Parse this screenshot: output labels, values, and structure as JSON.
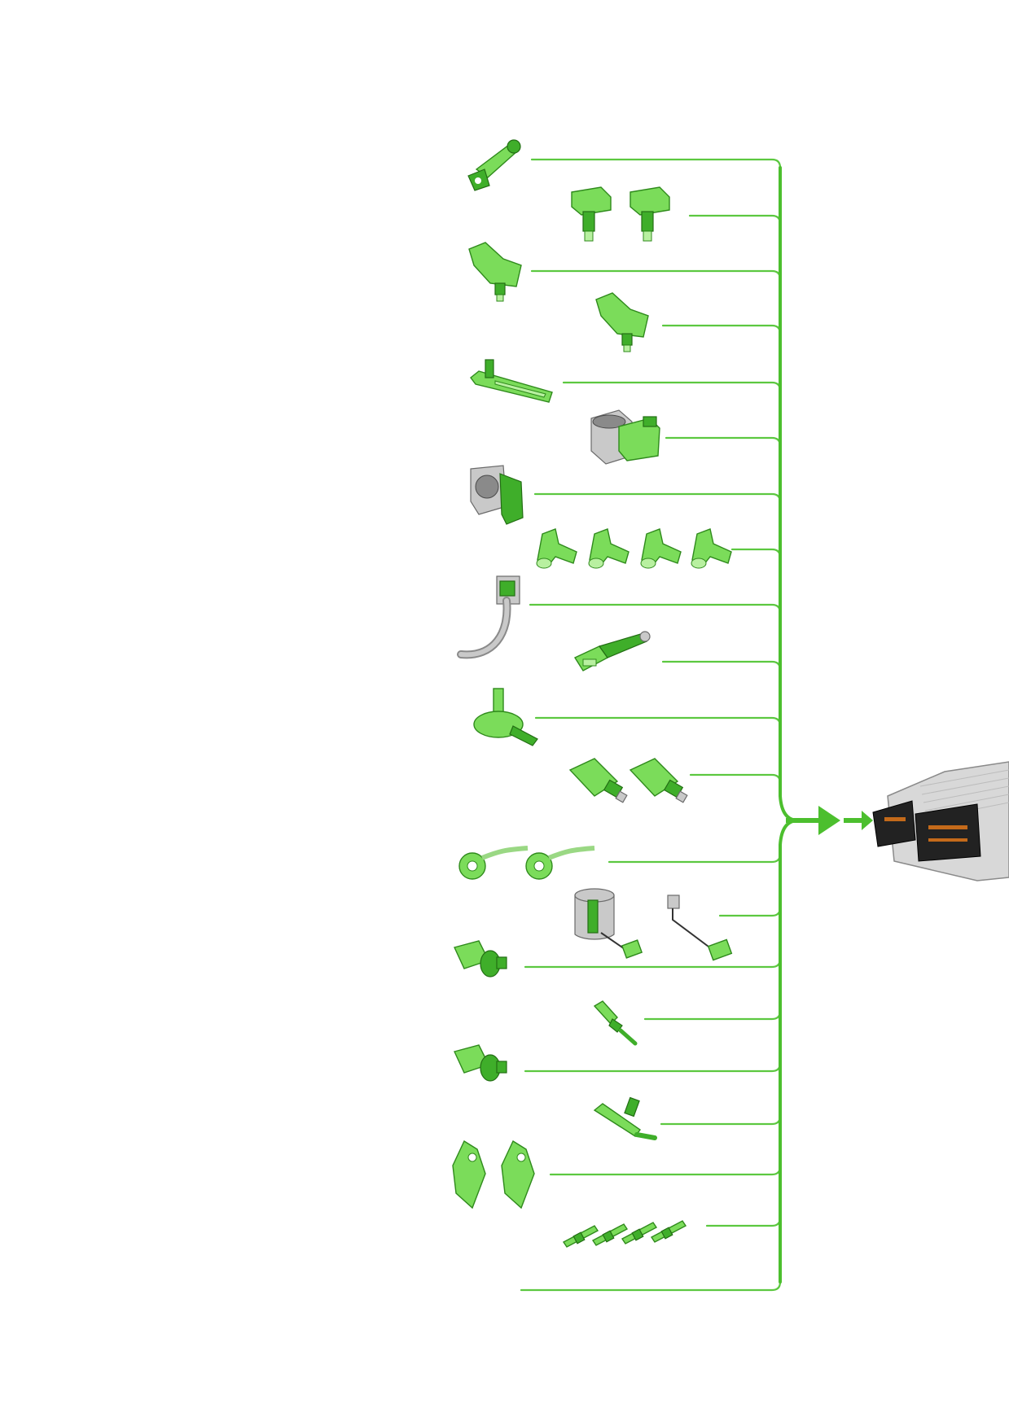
{
  "colors": {
    "wire": "#5cc840",
    "trunk": "#4cbf2e",
    "sensor": "#7bdc5a",
    "sensor_dark": "#3fae2a",
    "metal": "#c9c9c9",
    "ecu": "#d8d8d8"
  },
  "components": [
    {
      "id": "engine-speed-sensor",
      "icon": "crank-sensor-icon"
    },
    {
      "id": "camshaft-sensors",
      "icon": "hall-sensor-pair-icon"
    },
    {
      "id": "intake-pressure-sensor",
      "icon": "map-sensor-icon"
    },
    {
      "id": "boost-pressure-sensor",
      "icon": "map-sensor-icon"
    },
    {
      "id": "air-mass-meter",
      "icon": "hot-film-sensor-icon"
    },
    {
      "id": "throttle-module",
      "icon": "throttle-body-icon"
    },
    {
      "id": "throttle-flap",
      "icon": "throttle-flap-icon"
    },
    {
      "id": "injectors",
      "icon": "injector-row-icon"
    },
    {
      "id": "accelerator-pedal",
      "icon": "pedal-icon"
    },
    {
      "id": "brake-switch",
      "icon": "plunger-switch-icon"
    },
    {
      "id": "level-sensor",
      "icon": "level-sensor-icon"
    },
    {
      "id": "pressure-switches",
      "icon": "switch-pair-icon"
    },
    {
      "id": "knock-sensors",
      "icon": "knock-sensor-pair-icon"
    },
    {
      "id": "fuel-pump",
      "icon": "fuel-pump-icon"
    },
    {
      "id": "coolant-temp-sensor",
      "icon": "temp-sender-icon"
    },
    {
      "id": "temp-sensor-small",
      "icon": "temp-probe-icon"
    },
    {
      "id": "oil-temp-sensor",
      "icon": "temp-sender-icon"
    },
    {
      "id": "speed-sensor",
      "icon": "speed-probe-icon"
    },
    {
      "id": "ignition-coils",
      "icon": "coil-pair-icon"
    },
    {
      "id": "glow-plugs",
      "icon": "glow-plug-row-icon"
    },
    {
      "id": "extra-input",
      "icon": "none"
    }
  ],
  "ecu": {
    "icon": "ecu-icon"
  }
}
